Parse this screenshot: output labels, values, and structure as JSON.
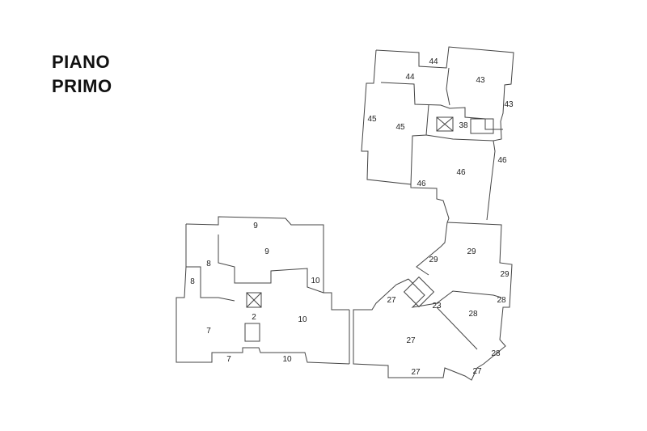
{
  "title_line1": "PIANO",
  "title_line2": "PRIMO",
  "rooms": {
    "r44a": "44",
    "r44b": "44",
    "r43a": "43",
    "r43b": "43",
    "r45a": "45",
    "r45b": "45",
    "r38": "38",
    "r46a": "46",
    "r46b": "46",
    "r46c": "46",
    "r29a": "29",
    "r29b": "29",
    "r29c": "29",
    "r27a": "27",
    "r27b": "27",
    "r27c": "27",
    "r27d": "27",
    "r23": "23",
    "r28a": "28",
    "r28b": "28",
    "r28c": "28",
    "r9a": "9",
    "r9b": "9",
    "r8a": "8",
    "r8b": "8",
    "r7a": "7",
    "r7b": "7",
    "r2": "2",
    "r10a": "10",
    "r10b": "10",
    "r10c": "10"
  }
}
